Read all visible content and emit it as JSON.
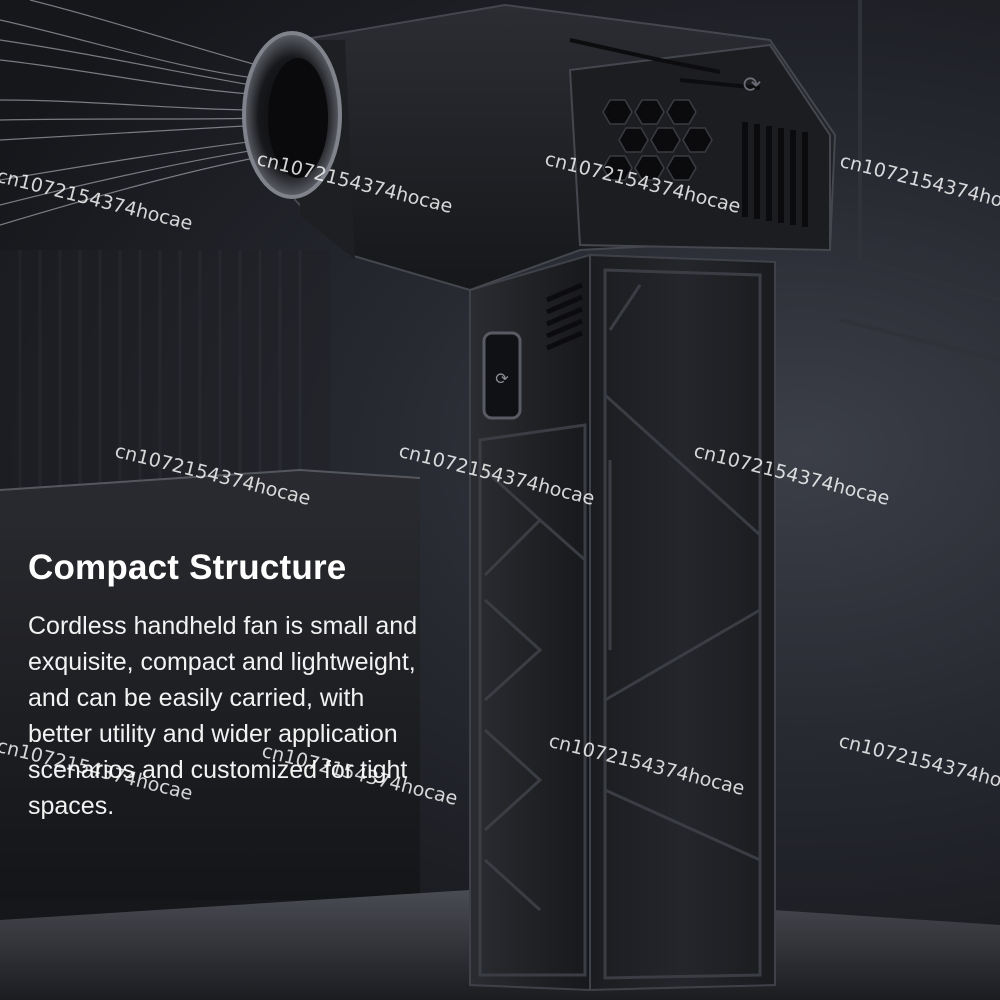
{
  "headline": "Compact Structure",
  "description": "Cordless handheld fan is small and exquisite, compact and lightweight, and can be easily carried, with better utility and wider application scenarios and customized for tight spaces.",
  "watermark": "cn1072154374hocae",
  "product": {
    "name": "handheld-turbo-fan",
    "body_color": "#1f2024",
    "edge_highlight": "#4a4d55"
  },
  "background": {
    "base_color": "#1c1d21",
    "light_color": "#3c3f48"
  }
}
